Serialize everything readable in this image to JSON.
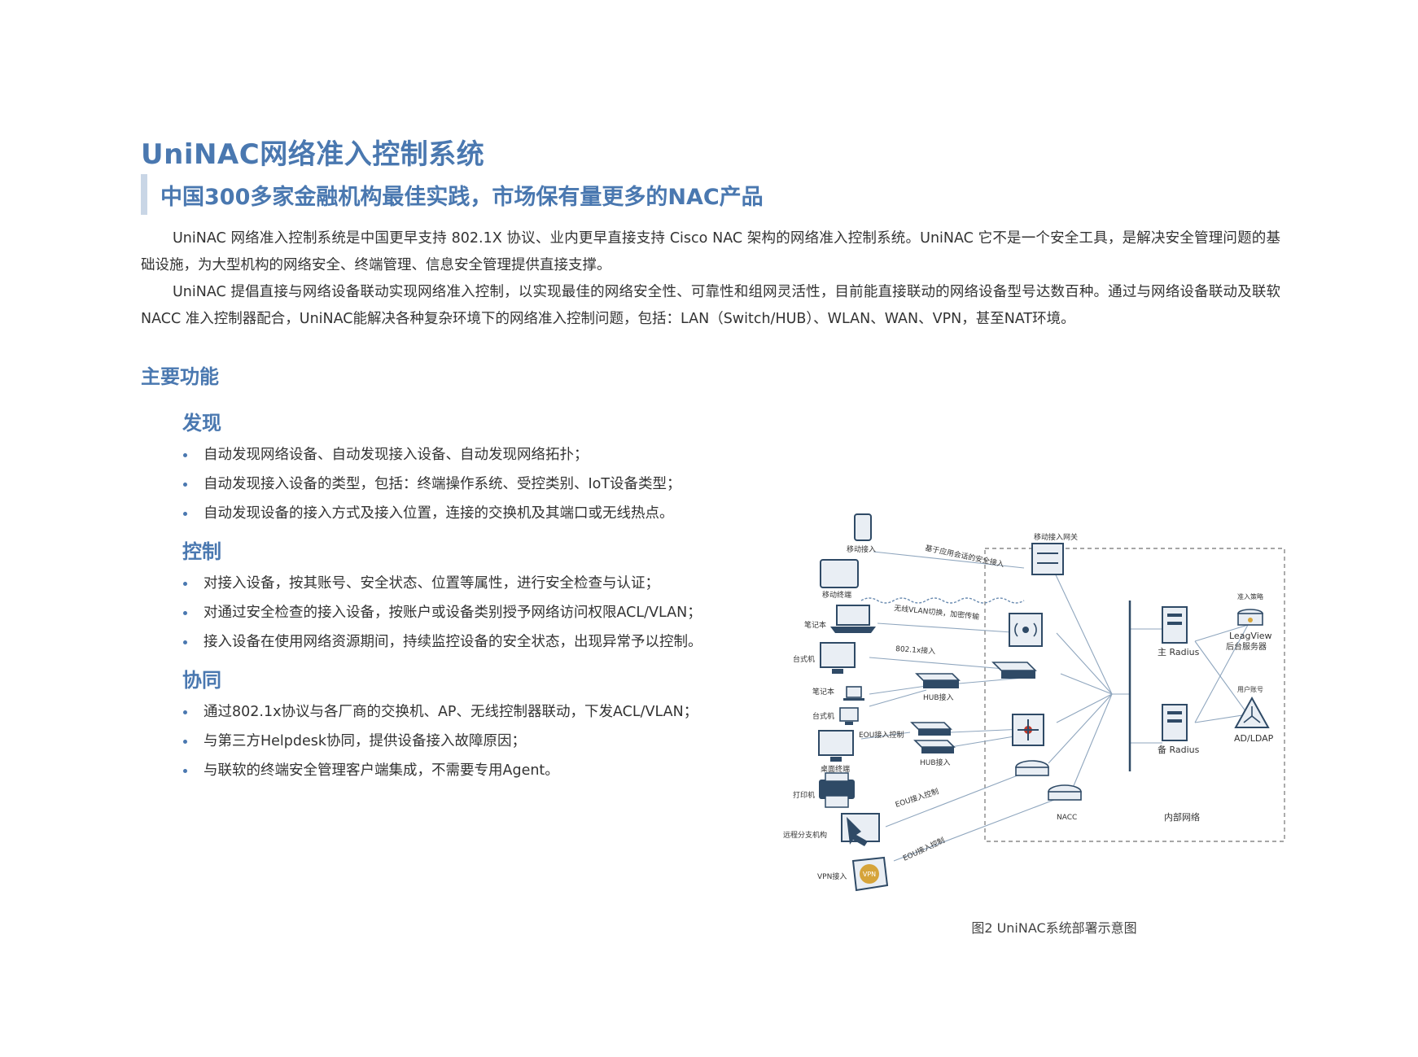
{
  "title": "UniNAC网络准入控制系统",
  "subtitle": "中国300多家金融机构最佳实践，市场保有量更多的NAC产品",
  "paragraphs": [
    "UniNAC 网络准入控制系统是中国更早支持 802.1X 协议、业内更早直接支持 Cisco NAC 架构的网络准入控制系统。UniNAC 它不是一个安全工具，是解决安全管理问题的基础设施，为大型机构的网络安全、终端管理、信息安全管理提供直接支撑。",
    "UniNAC 提倡直接与网络设备联动实现网络准入控制，以实现最佳的网络安全性、可靠性和组网灵活性，目前能直接联动的网络设备型号达数百种。通过与网络设备联动及联软 NACC 准入控制器配合，UniNAC能解决各种复杂环境下的网络准入控制问题，包括：LAN（Switch/HUB）、WLAN、WAN、VPN，甚至NAT环境。"
  ],
  "section_title": "主要功能",
  "features": [
    {
      "heading": "发现",
      "items": [
        "自动发现网络设备、自动发现接入设备、自动发现网络拓扑；",
        "自动发现接入设备的类型，包括：终端操作系统、受控类别、IoT设备类型；",
        "自动发现设备的接入方式及接入位置，连接的交换机及其端口或无线热点。"
      ]
    },
    {
      "heading": "控制",
      "items": [
        "对接入设备，按其账号、安全状态、位置等属性，进行安全检查与认证；",
        "对通过安全检查的接入设备，按账户或设备类别授予网络访问权限ACL/VLAN；",
        "接入设备在使用网络资源期间，持续监控设备的安全状态，出现异常予以控制。"
      ]
    },
    {
      "heading": "协同",
      "items": [
        "通过802.1x协议与各厂商的交换机、AP、无线控制器联动，下发ACL/VLAN；",
        "与第三方Helpdesk协同，提供设备接入故障原因；",
        "与联软的终端安全管理客户端集成，不需要专用Agent。"
      ]
    }
  ],
  "diagram": {
    "labels": {
      "mobile_access": "移动接入",
      "mobile_terminal": "移动终端",
      "laptop": "笔记本",
      "desktop": "台式机",
      "laptop2": "笔记本",
      "desktop2": "台式机",
      "desk_terminal": "桌面终端",
      "printer": "打印机",
      "remote_branch": "远程分支机构",
      "vpn_access": "VPN接入",
      "vpn_badge": "VPN",
      "app_session": "基于应用会话的安全接入",
      "mobile_gateway": "移动接入网关",
      "wireless_vlan": "无线VLAN切换，加密传输",
      "dot1x": "802.1x接入",
      "hub_access": "HUB接入",
      "eou_control": "EOU接入控制",
      "hub_access2": "HUB接入",
      "eou_control2": "EOU接入控制",
      "eou_control3": "EOU接入控制",
      "nacc": "NACC",
      "internal_network": "内部网络",
      "main_radius": "主 Radius",
      "backup_radius": "备 Radius",
      "policy": "准入策略",
      "leagview": "LeagView",
      "backend_server": "后台服务器",
      "user_account": "用户账号",
      "ad_ldap": "AD/LDAP"
    },
    "caption": "图2 UniNAC系统部署示意图"
  },
  "colors": {
    "accent": "#4a78b0",
    "subtitle_bar": "#c9d6e6",
    "icon_dark": "#2f4a66",
    "icon_light": "#e9eef4",
    "vpn_gold": "#d6a43a"
  }
}
